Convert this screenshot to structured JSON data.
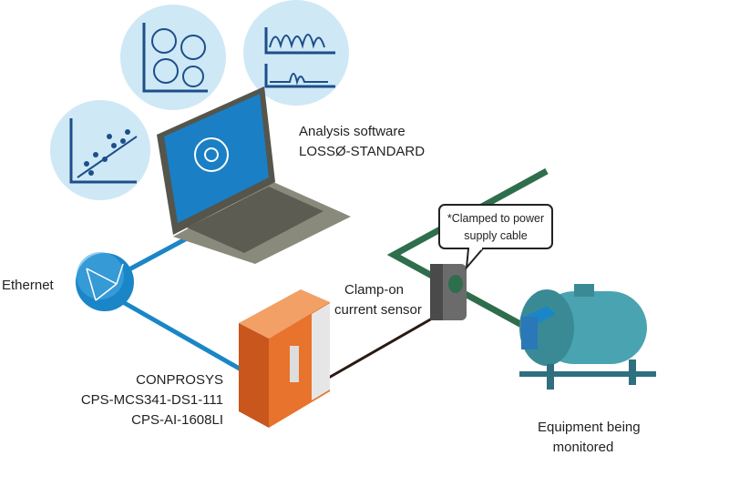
{
  "labels": {
    "software_line1": "Analysis software",
    "software_line2": "LOSSØ-STANDARD",
    "ethernet": "Ethernet",
    "sensor_line1": "Clamp-on",
    "sensor_line2": "current sensor",
    "device_line1": "CONPROSYS",
    "device_line2": "CPS-MCS341-DS1-111",
    "device_line3": "CPS-AI-1608LI",
    "equipment_line1": "Equipment being",
    "equipment_line2": "monitored",
    "callout_line1": "*Clamped to power",
    "callout_line2": "supply cable"
  },
  "colors": {
    "ethernet_cable": "#1a86c8",
    "power_cable": "#2e6e4c",
    "signal_cable": "#2a1a14",
    "bubble": "#cfe8f6",
    "device": "#e8732c",
    "equipment": "#4aa3b0"
  }
}
